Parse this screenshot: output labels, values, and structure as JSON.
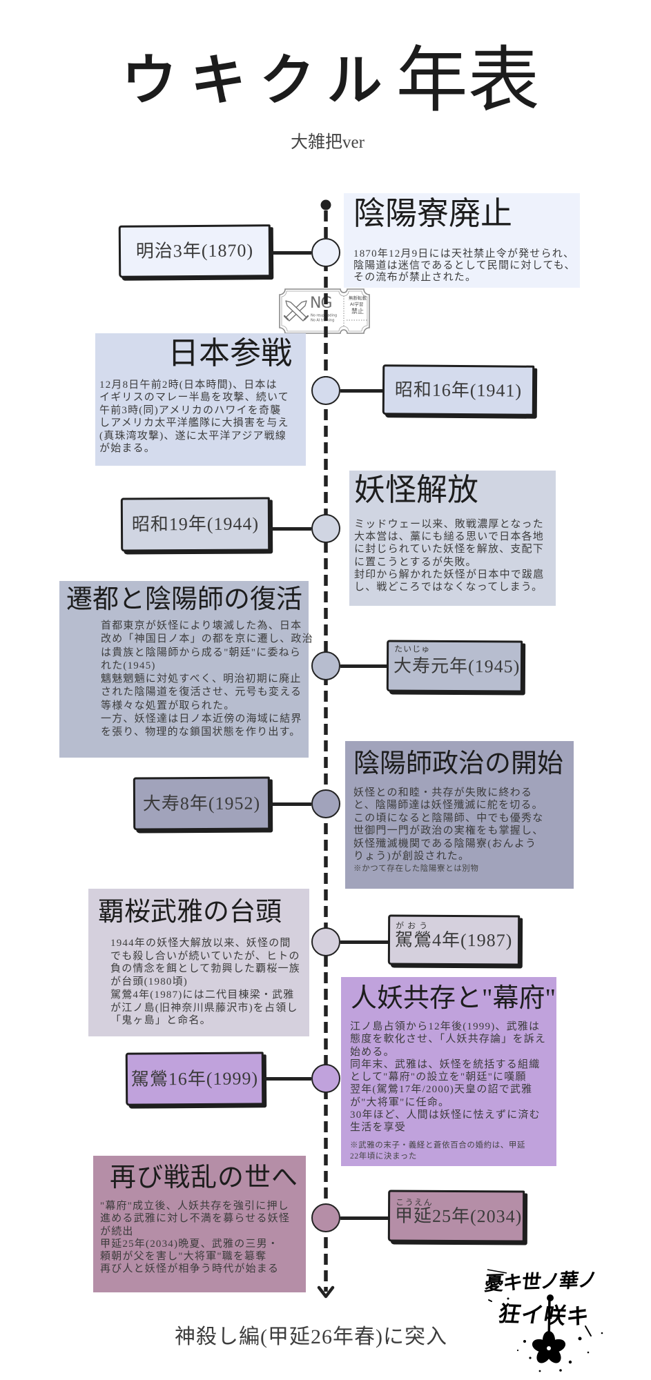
{
  "header": {
    "title_kana": "ウキクル",
    "title_kanji": "年表",
    "subtitle": "大雑把ver"
  },
  "timeline": {
    "events": [
      {
        "era_date": "明治3年(1870)",
        "title": "陰陽寮廃止",
        "body_lines": [
          "1870年12月9日には天社禁止令が発せられ、",
          "陰陽道は迷信であるとして民間に対しても、",
          "その流布が禁止された。"
        ],
        "color": "#eef2fc"
      },
      {
        "era_date": "昭和16年(1941)",
        "title": "日本参戦",
        "body_lines": [
          "12月8日午前2時(日本時間)、日本は",
          "イギリスのマレー半島を攻撃、続いて",
          "午前3時(同)アメリカのハワイを奇襲",
          "しアメリカ太平洋艦隊に大損害を与え",
          "(真珠湾攻撃)、遂に太平洋アジア戦線",
          "が始まる。"
        ],
        "color": "#d4dbed"
      },
      {
        "era_date": "昭和19年(1944)",
        "title": "妖怪解放",
        "body_lines": [
          "ミッドウェー以来、敗戦濃厚となった",
          "大本営は、藁にも縋る思いで日本各地",
          "に封じられていた妖怪を解放、支配下",
          "に置こうとするが失敗。",
          "封印から解かれた妖怪が日本中で跋扈",
          "し、戦どころではなくなってしまう。"
        ],
        "color": "#d0d5e2"
      },
      {
        "era_date": "大寿元年(1945)",
        "era_ruby": "たいじゅ",
        "title": "遷都と陰陽師の復活",
        "body_lines": [
          "首都東京が妖怪により壊滅した為、日本",
          "改め「神国日ノ本」の都を京に遷し、政治",
          "は貴族と陰陽師から成る\"朝廷\"に委ねら",
          "れた(1945)",
          "魑魅魍魎に対処すべく、明治初期に廃止",
          "された陰陽道を復活させ、元号も変える",
          "等様々な処置が取られた。",
          "一方、妖怪達は日ノ本近傍の海域に結界",
          "を張り、物理的な鎖国状態を作り出す。"
        ],
        "color": "#b7bdcf"
      },
      {
        "era_date": "大寿8年(1952)",
        "title": "陰陽師政治の開始",
        "body_lines": [
          "妖怪との和睦・共存が失敗に終わる",
          "と、陰陽師達は妖怪殲滅に舵を切る。",
          "この頃になると陰陽師、中でも優秀な",
          "世御門一門が政治の実権をも掌握し、",
          "妖怪殲滅機関である陰陽寮(おんよう",
          "りょう)が創設された。"
        ],
        "note_lines": [
          "※かつて存在した陰陽寮とは別物"
        ],
        "color": "#a1a3bb"
      },
      {
        "era_date": "駕鶯4年(1987)",
        "era_ruby": "がおう",
        "title": "覇桜武雅の台頭",
        "body_lines": [
          "1944年の妖怪大解放以来、妖怪の間",
          "でも殺し合いが続いていたが、ヒトの",
          "負の情念を餌として勃興した覇桜一族",
          "が台頭(1980頃)",
          "駕鶯4年(1987)には二代目棟梁・武雅",
          "が江ノ島(旧神奈川県藤沢市)を占領し",
          "「鬼ヶ島」と命名。"
        ],
        "color": "#d5d0dd"
      },
      {
        "era_date": "駕鶯16年(1999)",
        "title": "人妖共存と\"幕府\"",
        "body_lines": [
          "江ノ島占領から12年後(1999)、武雅は",
          "態度を軟化させ、「人妖共存論」を訴え",
          "始める。",
          "同年末、武雅は、妖怪を統括する組織",
          "として\"幕府\"の設立を\"朝廷\"に嘆願",
          "翌年(駕鶯17年/2000)天皇の詔で武雅",
          "が\"大将軍\"に任命。",
          "30年ほど、人間は妖怪に怯えずに済む",
          "生活を享受"
        ],
        "note_lines": [
          "※武雅の末子・義経と蒼依百合の婚約は、甲延",
          "22年頃に決まった"
        ],
        "color": "#c0a2dc"
      },
      {
        "era_date": "甲延25年(2034)",
        "era_ruby": "こうえん",
        "title": "再び戦乱の世へ",
        "body_lines": [
          "\"幕府\"成立後、人妖共存を強引に押し",
          "進める武雅に対し不満を募らせる妖怪",
          "が続出",
          "甲延25年(2034)晩夏、武雅の三男・",
          "頼朝が父を害し\"大将軍\"職を簒奪",
          "再び人と妖怪が相争う時代が始まる"
        ],
        "color": "#b58ea7"
      }
    ]
  },
  "stamp": {
    "mark": "NG",
    "en_line1": "No reuploading",
    "en_line2": "No AI training",
    "jp_line1": "無断転載",
    "jp_line2": "AI学習",
    "jp_line3": "禁止"
  },
  "footer": {
    "next_arc": "神殺し編(甲延26年春)に突入"
  },
  "logo": {
    "line1": "憂キ世ノ華ノ",
    "line2": "狂イ咲キ"
  }
}
